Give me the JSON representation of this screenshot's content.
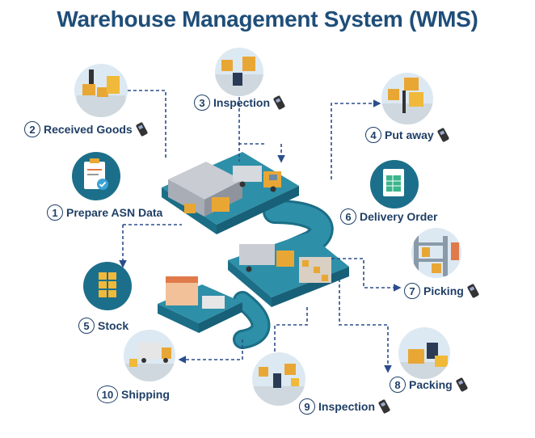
{
  "title": "Warehouse Management System (WMS)",
  "steps": [
    {
      "num": "1",
      "label": "Prepare ASN Data",
      "icon": "clipboard-icon",
      "scanner": false
    },
    {
      "num": "2",
      "label": "Received Goods",
      "icon": "forklift-icon",
      "scanner": true
    },
    {
      "num": "3",
      "label": "Inspection",
      "icon": "inspection-icon",
      "scanner": true
    },
    {
      "num": "4",
      "label": "Put away",
      "icon": "forklift-icon",
      "scanner": true
    },
    {
      "num": "5",
      "label": "Stock",
      "icon": "boxes-icon",
      "scanner": false
    },
    {
      "num": "6",
      "label": "Delivery Order",
      "icon": "document-icon",
      "scanner": false
    },
    {
      "num": "7",
      "label": "Picking",
      "icon": "shelves-icon",
      "scanner": true
    },
    {
      "num": "8",
      "label": "Packing",
      "icon": "packing-icon",
      "scanner": true
    },
    {
      "num": "9",
      "label": "Inspection",
      "icon": "inspection-icon",
      "scanner": true
    },
    {
      "num": "10",
      "label": "Shipping",
      "icon": "truck-icon",
      "scanner": false
    }
  ],
  "colors": {
    "title": "#1f4e79",
    "label": "#1f3f66",
    "road": "#2e8fa8",
    "road_edge": "#1b6e86",
    "dash": "#2b4d8c",
    "circle_bg": "#dde9f2",
    "box": "#e8a735"
  }
}
